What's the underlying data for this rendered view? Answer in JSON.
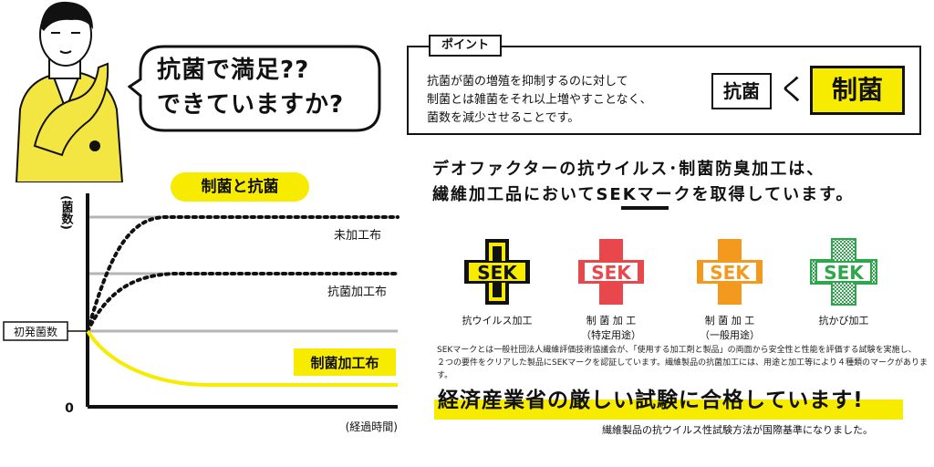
{
  "bubble": {
    "line1": "抗菌で満足??",
    "line2": "できていますか?"
  },
  "point": {
    "tag": "ポイント",
    "desc_line1": "抗菌が菌の増殖を抑制するのに対して",
    "desc_line2": "制菌とは雑菌をそれ以上増やすことなく、",
    "desc_line3": "菌数を減少させることです。",
    "kokin": "抗菌",
    "less_than": "く",
    "seikin": "制菌"
  },
  "headline": {
    "line1": "デオファクターの抗ウイルス･制菌防臭加工は、",
    "line2": "繊維加工品においてSEKマークを取得しています。"
  },
  "chart_data": {
    "type": "line",
    "title": "制菌と抗菌",
    "ylabel": "(菌数)",
    "xlabel": "(経過時間)",
    "y_origin_label": "0",
    "initial_label": "初発菌数",
    "series": [
      {
        "name": "未加工布",
        "style": "dotted",
        "color": "#111111"
      },
      {
        "name": "抗菌加工布",
        "style": "dotted",
        "color": "#111111"
      },
      {
        "name": "制菌加工布",
        "style": "solid",
        "color": "#f7ec00"
      }
    ]
  },
  "marks": [
    {
      "text": "SEK",
      "label1": "抗ウイルス加工",
      "label2": "",
      "color": "#f7ec00"
    },
    {
      "text": "SEK",
      "label1": "制 菌 加 工",
      "label2": "（特定用途）",
      "color": "#e8474c"
    },
    {
      "text": "SEK",
      "label1": "制 菌 加 工",
      "label2": "（一般用途）",
      "color": "#f39a1e"
    },
    {
      "text": "SEK",
      "label1": "抗かび加工",
      "label2": "",
      "color": "#2ca84a"
    }
  ],
  "sek_note": {
    "line1": "SEKマークとは一般社団法人繊維評価技術協議会が、「使用する加工剤と製品」の両面から安全性と性能を評価する試験を実施し、",
    "line2": "２つの要件をクリアした製品にSEKマークを認証しています。繊維製品の抗菌加工には、用途と加工等により４種類のマークがあります。"
  },
  "meti": "経済産業省の厳しい試験に合格しています!",
  "intl": "繊維製品の抗ウイルス性試験方法が国際基準になりました。"
}
